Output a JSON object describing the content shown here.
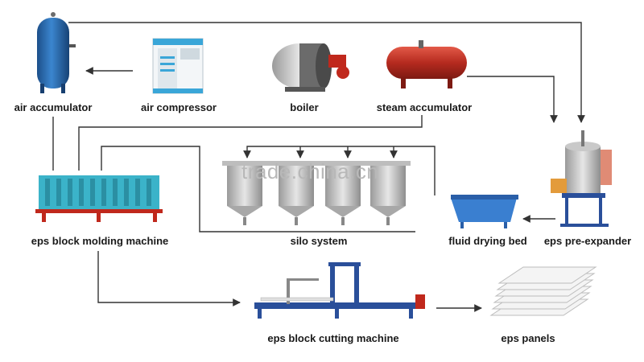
{
  "watermark": "trade.china.cn",
  "components": {
    "air_accumulator": "air accumulator",
    "air_compressor": "air compressor",
    "boiler": "boiler",
    "steam_accumulator": "steam accumulator",
    "eps_block_molding_machine": "eps block molding machine",
    "silo_system": "silo system",
    "fluid_drying_bed": "fluid drying bed",
    "eps_pre_expander": "eps pre-expander",
    "eps_block_cutting_machine": "eps block cutting machine",
    "eps_panels": "eps panels"
  },
  "colors": {
    "line": "#333333",
    "tank_blue": "#2a6fb5",
    "compressor_cyan": "#3aa6d8",
    "boiler_red": "#c0281c",
    "steam_red": "#b52a1f",
    "machine_cyan": "#3bb3c9",
    "silo_gray": "#cfcfcf",
    "frame_blue": "#2a4f9a",
    "panel_white": "#f2f2f2"
  }
}
